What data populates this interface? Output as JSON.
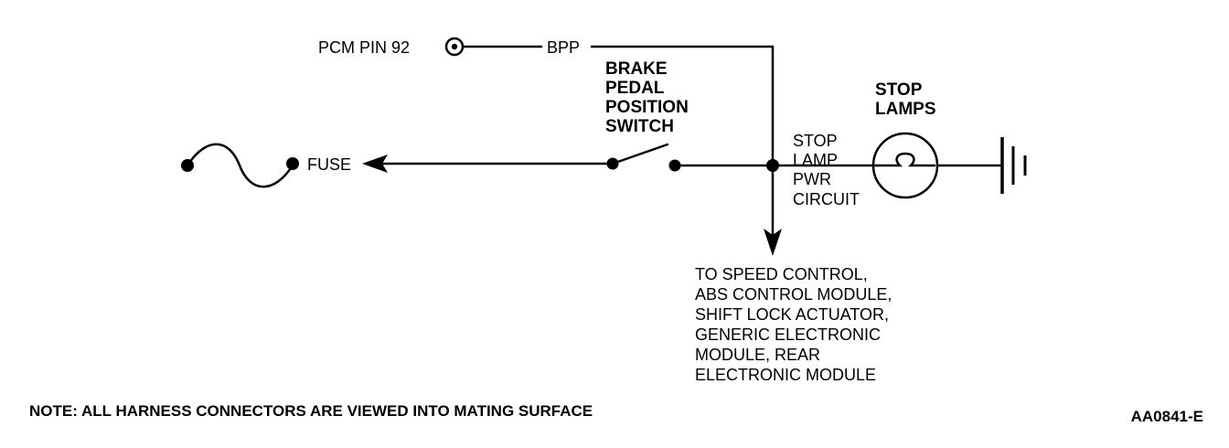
{
  "labels": {
    "pcm_pin": "PCM PIN 92",
    "bpp": "BPP",
    "fuse": "FUSE",
    "switch": [
      "BRAKE",
      "PEDAL",
      "POSITION",
      "SWITCH"
    ],
    "stop_lamps": [
      "STOP",
      "LAMPS"
    ],
    "circuit": [
      "STOP",
      "LAMP",
      "PWR",
      "CIRCUIT"
    ],
    "destinations": [
      "TO SPEED CONTROL,",
      "ABS CONTROL MODULE,",
      "SHIFT LOCK ACTUATOR,",
      "GENERIC ELECTRONIC",
      "MODULE, REAR",
      "ELECTRONIC MODULE"
    ]
  },
  "note": "NOTE:  ALL HARNESS CONNECTORS ARE VIEWED INTO MATING SURFACE",
  "figure_id": "AA0841-E"
}
